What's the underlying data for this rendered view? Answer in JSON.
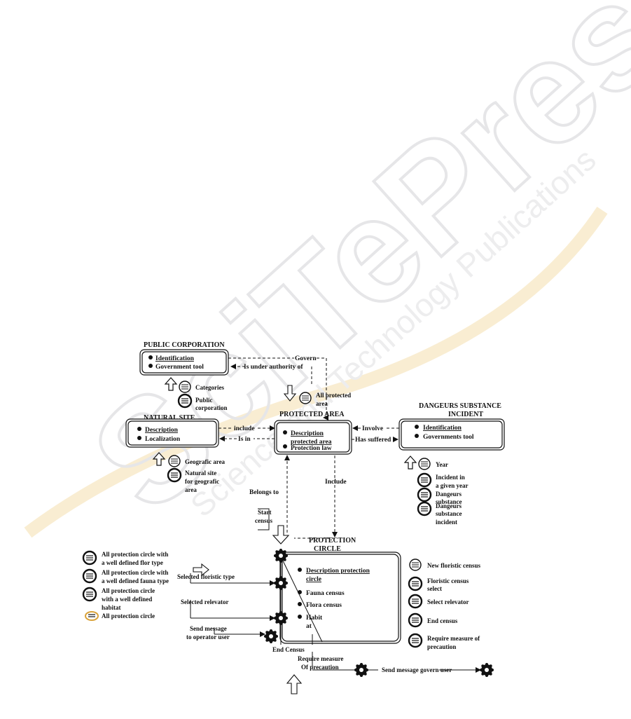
{
  "watermark": {
    "text": "SciTePress",
    "subtitle": "Science and Technology Publications",
    "color": "#e9e9ea",
    "accent": "#f6e3b4"
  },
  "diagram": {
    "color": "#111111",
    "entities": {
      "public_corporation": {
        "title": "PUBLIC CORPORATION",
        "attr1": "Identification",
        "attr2": "Government tool"
      },
      "natural_site": {
        "title": "NATURAL SITE",
        "attr1": "Description",
        "attr2": "Localization"
      },
      "protected_area": {
        "title": "PROTECTED AREA",
        "attr1a": "Description",
        "attr1b": "protected area",
        "attr2": "Protection law"
      },
      "dangeurs": {
        "title1": "DANGEURS SUBSTANCE",
        "title2": "INCIDENT",
        "attr1": "Identification",
        "attr2": "Governments tool"
      },
      "protection_circle": {
        "title1": "PROTECTION",
        "title2": "CIRCLE",
        "attr1a": "Description protection",
        "attr1b": "circle",
        "attr2": "Fauna census",
        "attr3": "Flora census",
        "attr4a": "Habit",
        "attr4b": "at"
      }
    },
    "relations": {
      "govern": "Govern",
      "is_under_authority": "Is under authority of",
      "include": "include",
      "is_in": "Is in",
      "involve": "Involve",
      "has_suffered": "Has suffered",
      "belongs_to": "Belongs to",
      "include2": "Include"
    },
    "queries": {
      "categories": "Categories",
      "public_corp1": "Public",
      "public_corp2": "corporation",
      "all_protected1": "All protected",
      "all_protected2": "area",
      "geografic_area": "Geografic area",
      "natural_site1": "Natural site",
      "natural_site2": "for geografic",
      "natural_site3": "area",
      "year": "Year",
      "incident1": "Incident in",
      "incident2": "a given year",
      "dangeurs1": "Dangeurs",
      "dangeurs2": "substance",
      "dangeurs_inc1": "Dangeurs",
      "dangeurs_inc2": "substance",
      "dangeurs_inc3": "incident"
    },
    "left_list": {
      "flor1": "All protection circle with",
      "flor2": "a well defined flor type",
      "fauna1": "All protection circle with",
      "fauna2": "a well defined fauna type",
      "habitat1": "All protection circle",
      "habitat2": "with a well defined",
      "habitat3": "habitat",
      "all": "All protection circle"
    },
    "right_list": {
      "new_census": "New floristic census",
      "floristic_select1": "Floristic census",
      "floristic_select2": "select",
      "select_relevator": "Select relevator",
      "end_census": "End census",
      "require1": "Require measure of",
      "require2": "precaution"
    },
    "workflow": {
      "start1": "Start",
      "start2": "census",
      "selected_floristic": "Selected floristic type",
      "selected_relevator": "Selected relevator",
      "send1": "Send message",
      "send2": "to operator user",
      "end_census": "End Census",
      "require1": "Require measure",
      "require2": "Of precaution",
      "send_govern": "Send message govern user"
    }
  }
}
